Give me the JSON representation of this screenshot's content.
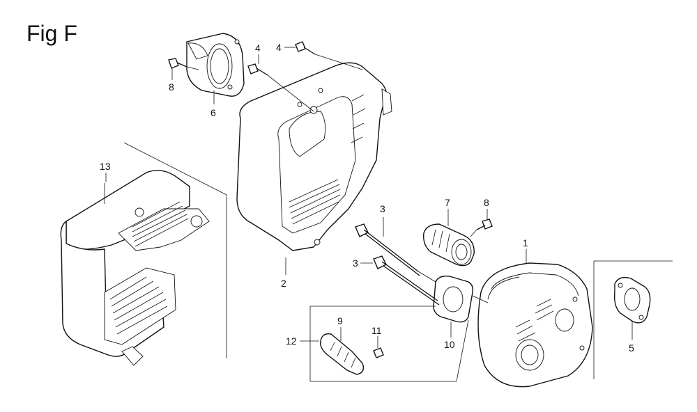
{
  "figure": {
    "title": "Fig F"
  },
  "callouts": {
    "c1": "1",
    "c2": "2",
    "c3a": "3",
    "c3b": "3",
    "c4a": "4",
    "c4b": "4",
    "c5": "5",
    "c6": "6",
    "c7": "7",
    "c8a": "8",
    "c8b": "8",
    "c9": "9",
    "c10": "10",
    "c11": "11",
    "c12": "12",
    "c13": "13"
  }
}
